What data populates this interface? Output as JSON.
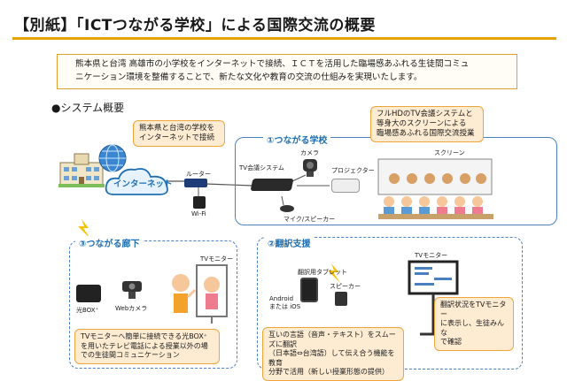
{
  "title": "【別紙】「ICTつながる学校」による国際交流の概要",
  "intro": "熊本県と台湾 高雄市の小学校をインターネットで接続、ＩＣＴを活用した臨場感あふれる生徒間コミュ\nニケーション環境を整備することで、新たな文化や教育の交流の仕組みを実現いたします。",
  "system_heading": "●システム概要",
  "callouts": {
    "connect": "熊本県と台湾の学校を\nインターネットで接続",
    "fullhd": "フルHDのTV会議システムと\n等身大のスクリーンによる\n臨場感あふれる国際交流授業",
    "hallway": "TVモニターへ簡単に接続できる光BOX⁺\nを用いたテレビ電話による授業以外の場\nでの生徒間コミュニケーション",
    "translate": "互いの言語（音声・テキスト）をスムーズに翻訳\n（日本語⇔台湾語）して伝え合う機能を教育\n分野で活用（新しい授業形態の提供）",
    "status": "翻訳状況をTVモニター\nに表示し、生徒みんな\nで確認"
  },
  "sections": {
    "s1": "①つながる学校",
    "s2": "②翻訳支援",
    "s3": "③つながる廊下"
  },
  "labels": {
    "internet": "インターネット",
    "router": "ルーター",
    "wifi": "Wi-Fi",
    "tv_conf": "TV会議システム",
    "camera": "カメラ",
    "projector": "プロジェクター",
    "mic": "マイク/スピーカー",
    "screen": "スクリーン",
    "tv_monitor_1": "TVモニター",
    "hikari_box": "光BOX⁺",
    "webcam": "Webカメラ",
    "tablet": "翻訳用タブレット",
    "speaker": "スピーカー",
    "android": "Android\nまたは iOS",
    "tv_monitor_2": "TVモニター"
  },
  "colors": {
    "accent_rule": "#e8a200",
    "section_blue": "#1f6fb2",
    "callout_fill": "#fdebd2",
    "callout_border": "#f0a43a",
    "panel_border": "#4a80c0"
  }
}
